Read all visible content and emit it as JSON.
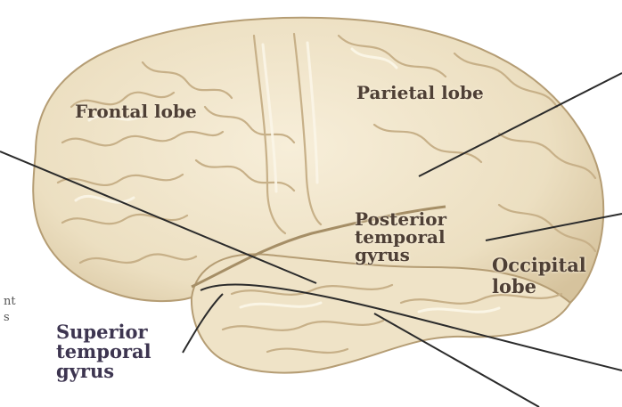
{
  "labels": {
    "frontal_lobe": "Frontal lobe",
    "parietal_lobe": "Parietal lobe",
    "posterior_temporal_gyrus": [
      "Posterior",
      "temporal",
      "gyrus"
    ],
    "occipital_lobe": [
      "Occipital",
      "lobe"
    ],
    "superior_temporal_gyrus": [
      "Superior",
      "temporal",
      "gyrus"
    ],
    "cut_left_fragments": [
      "nt",
      "s"
    ]
  },
  "colors": {
    "brain_fill": "#efe3c7",
    "brain_shadow": "#c8b48e",
    "gyrus_highlight": "#fbf6e8",
    "leader_line": "#2b2b2b",
    "label_on_brain": "#4e3f35",
    "label_off_brain": "#3d3550"
  }
}
